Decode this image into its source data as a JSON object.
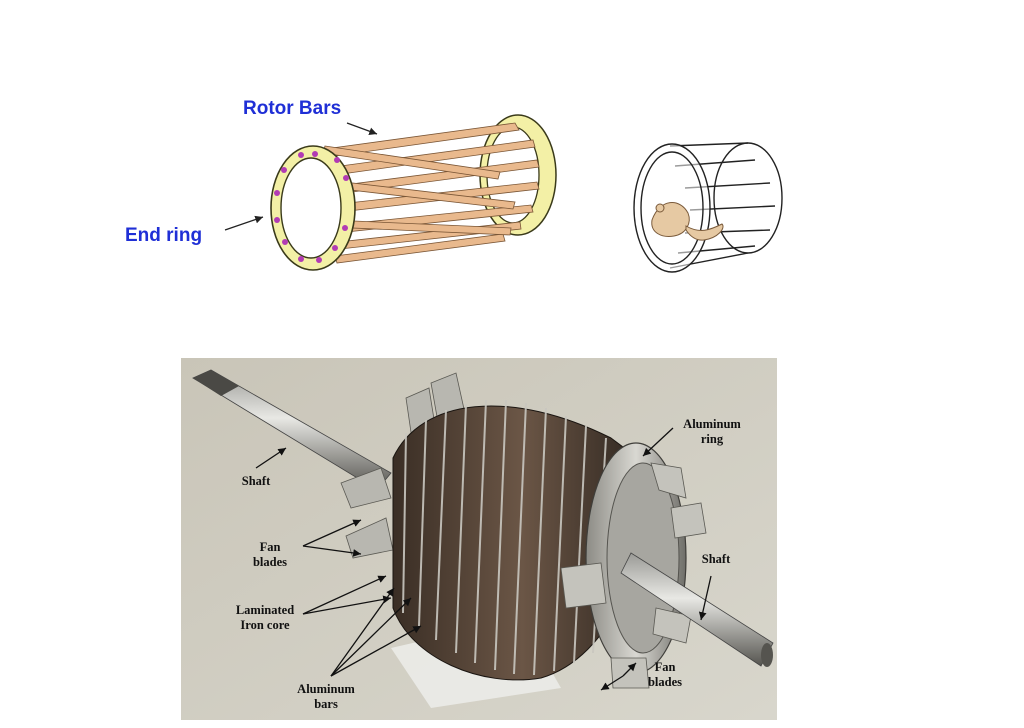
{
  "top_diagram": {
    "rotor_bars_label": "Rotor Bars",
    "end_ring_label": "End ring"
  },
  "photo": {
    "labels": {
      "shaft_left": "Shaft",
      "fan_blades_left_1": "Fan",
      "fan_blades_left_2": "blades",
      "laminated_1": "Laminated",
      "laminated_2": "Iron core",
      "aluminum_bars_1": "Aluminum",
      "aluminum_bars_2": "bars",
      "aluminum_ring_1": "Aluminum",
      "aluminum_ring_2": "ring",
      "shaft_right": "Shaft",
      "fan_blades_right_1": "Fan",
      "fan_blades_right_2": "blades"
    }
  },
  "colors": {
    "label_blue": "#1f2fd6",
    "end_ring_yellow": "#f3f0a6",
    "rotor_bar": "#e9b98d",
    "bolt_purple": "#b23bb4"
  }
}
